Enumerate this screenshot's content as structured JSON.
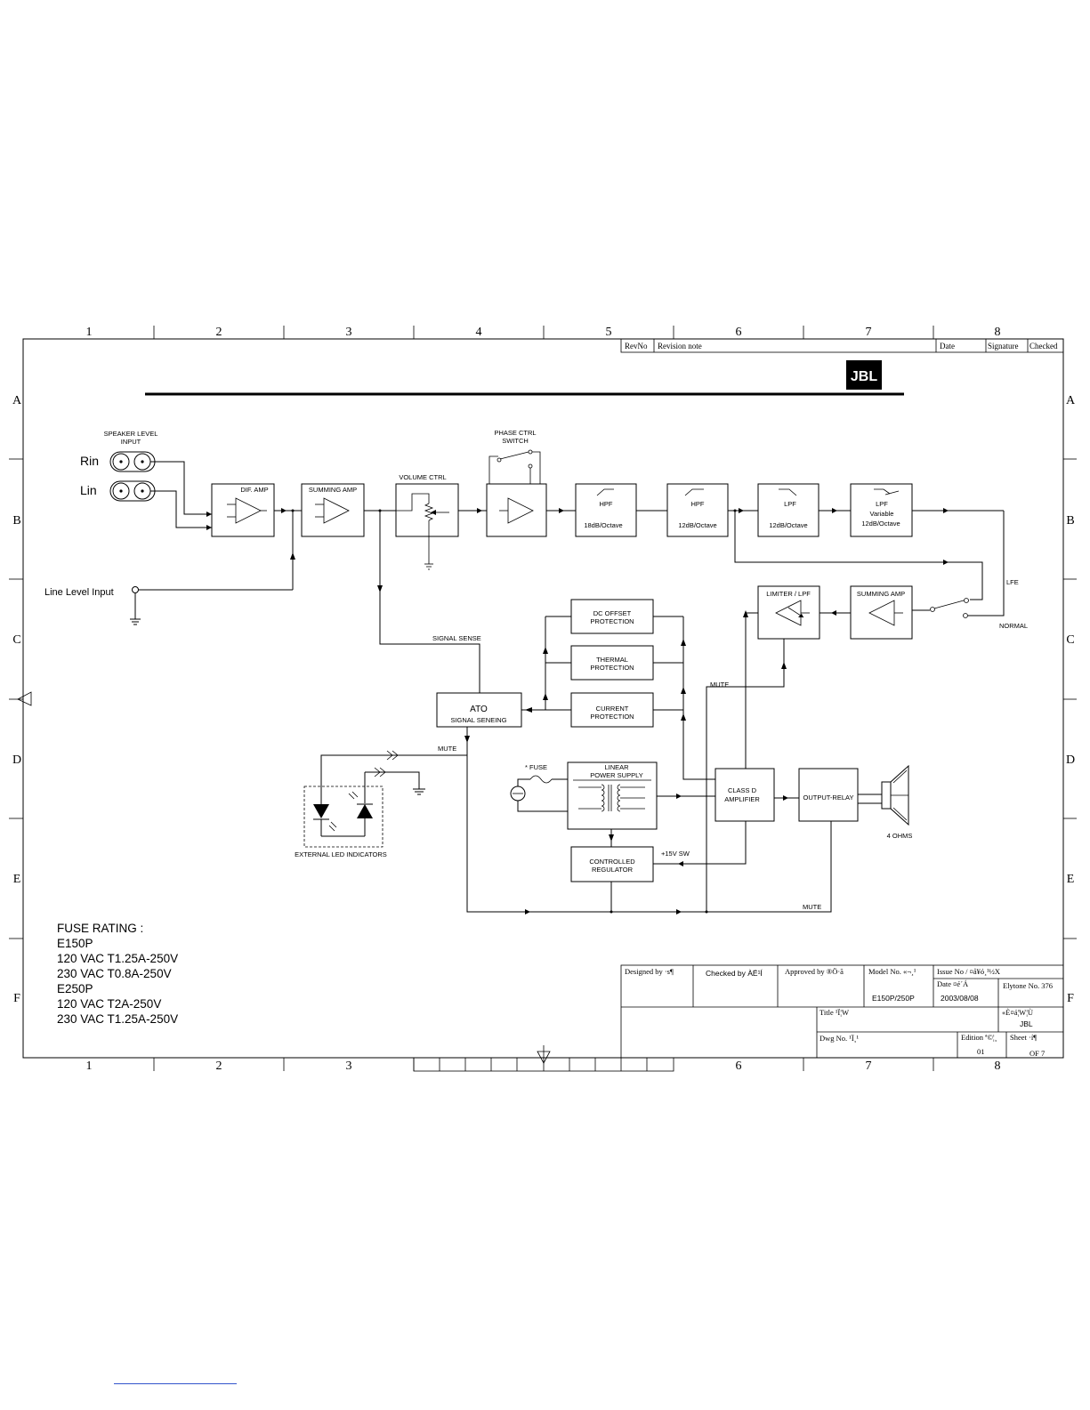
{
  "grid": {
    "columns": [
      "1",
      "2",
      "3",
      "4",
      "5",
      "6",
      "7",
      "8"
    ],
    "rows": [
      "A",
      "B",
      "C",
      "D",
      "E",
      "F"
    ]
  },
  "revision_table": {
    "rev_no": "RevNo",
    "revision_note": "Revision note",
    "date": "Date",
    "signature": "Signature",
    "checked": "Checked"
  },
  "logo": {
    "text": "JBL"
  },
  "inputs": {
    "speaker_level_line1": "SPEAKER LEVEL",
    "speaker_level_line2": "INPUT",
    "rin": "Rin",
    "lin": "Lin",
    "line_level": "Line Level Input"
  },
  "blocks": {
    "dif_amp": "DIF. AMP",
    "summing_amp_1": "SUMMING AMP",
    "volume_ctrl": "VOLUME CTRL",
    "phase_ctrl_line1": "PHASE CTRL",
    "phase_ctrl_line2": "SWITCH",
    "hpf1_title": "HPF",
    "hpf1_slope": "18dB/Octave",
    "hpf2_title": "HPF",
    "hpf2_slope": "12dB/Octave",
    "lpf1_title": "LPF",
    "lpf1_slope": "12dB/Octave",
    "lpf2_title": "LPF",
    "lpf2_line2": "Variable",
    "lpf2_slope": "12dB/Octave",
    "lfe": "LFE",
    "normal": "NORMAL",
    "summing_amp_2": "SUMMING AMP",
    "limiter_lpf": "LIMITER  /  LPF",
    "dc_offset_line1": "DC OFFSET",
    "dc_offset_line2": "PROTECTION",
    "thermal_line1": "THERMAL",
    "thermal_line2": "PROTECTION",
    "current_line1": "CURRENT",
    "current_line2": "PROTECTION",
    "signal_sense": "SIGNAL SENSE",
    "ato_line1": "ATO",
    "ato_line2": "SIGNAL SENEING",
    "mute_ato": "MUTE",
    "mute_limiter": "MUTE",
    "mute_bottom": "MUTE",
    "fuse": "* FUSE",
    "linear_ps_line1": "LINEAR",
    "linear_ps_line2": "POWER SUPPLY",
    "class_d_line1": "CLASS  D",
    "class_d_line2": "AMPLIFIER",
    "output_relay": "OUTPUT-RELAY",
    "ohms": "4 OHMS",
    "plus15v": "+15V SW",
    "controlled_reg_line1": "CONTROLLED",
    "controlled_reg_line2": "REGULATOR",
    "external_led": "EXTERNAL LED INDICATORS"
  },
  "fuse_rating": {
    "heading": "FUSE RATING :",
    "lines": [
      "E150P",
      "120 VAC T1.25A-250V",
      "230 VAC T0.8A-250V",
      "E250P",
      "120 VAC T2A-250V",
      "230 VAC T1.25A-250V"
    ]
  },
  "title_block": {
    "designed_by": "Designed by  ·s¶",
    "checked_by": "Checked by ÀË¹Í",
    "approved_by": "Approved by ®Ö·ã",
    "model_no_label": "Model No. «¬¸¹",
    "model_no": "E150P/250P",
    "issue_no_label": "Issue No / ¤å¥ó¸¹½X",
    "date_label": "Date ¤é´Á",
    "date": "2003/08/08",
    "elytone_no": "Elytone No. 376",
    "title_label": "Title ¹Ï¦W",
    "customer_label": "«È¤á¦W¦Ù",
    "customer": "JBL",
    "dwg_no_label": "Dwg  No. ¹Ï¸¹",
    "edition_label": "Edition  ª©¦¸",
    "edition": "01",
    "sheet_label": "Sheet  ·í¶",
    "sheet_of": "OF   7"
  }
}
